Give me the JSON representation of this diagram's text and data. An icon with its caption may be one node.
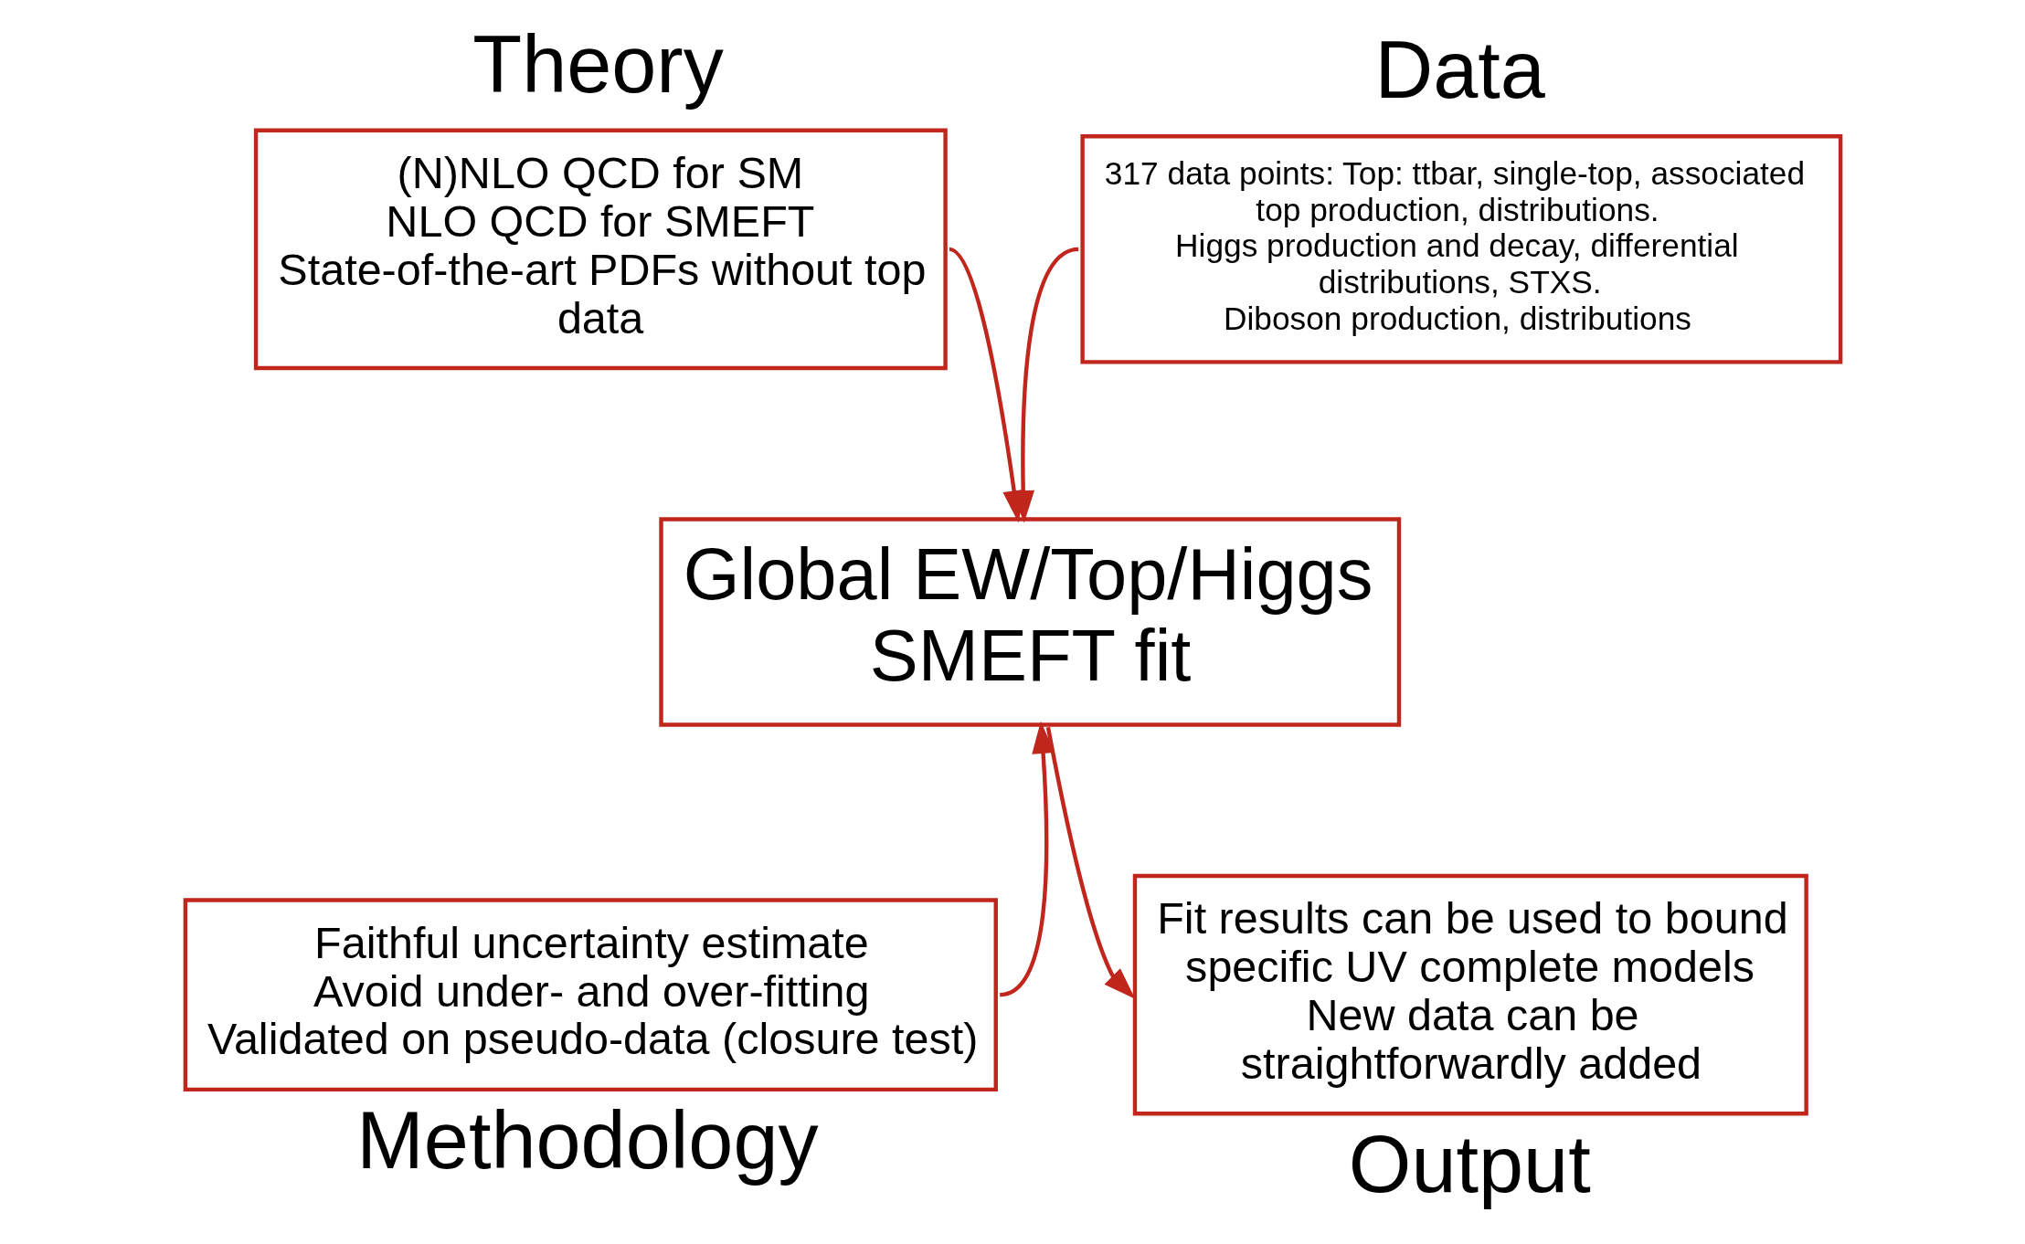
{
  "diagram": {
    "nodes": [
      {
        "text": [
          "Theory",
          "(N)NLO QCD for SM",
          "NLO QCD for SMEFT",
          "State-of-the-art PDFs without top data"
        ]
      },
      {
        "text": [
          "Data",
          "317 data points: Top: ttbar, single-top, associated top production, distributions.",
          "Higgs production and decay, differential distributions, STXS.",
          "Diboson production, distributions"
        ]
      },
      {
        "text": [
          "Global EW/Top/Higgs SMEFT fit"
        ]
      },
      {
        "text": [
          "Faithful uncertainty estimate",
          "Avoid under- and over-fitting",
          "Validated on pseudo-data (closure test)",
          "Methodology"
        ]
      },
      {
        "text": [
          "Fit results can be used to bound specific UV complete models",
          "New data can be straightforwardly added",
          "Output"
        ]
      }
    ],
    "edges": [
      {
        "from": 0,
        "to": 2,
        "arrow": "to"
      },
      {
        "from": 1,
        "to": 2,
        "arrow": "to"
      },
      {
        "from": 3,
        "to": 2,
        "arrow": "to"
      },
      {
        "from": 2,
        "to": 4,
        "arrow": "to"
      }
    ]
  }
}
